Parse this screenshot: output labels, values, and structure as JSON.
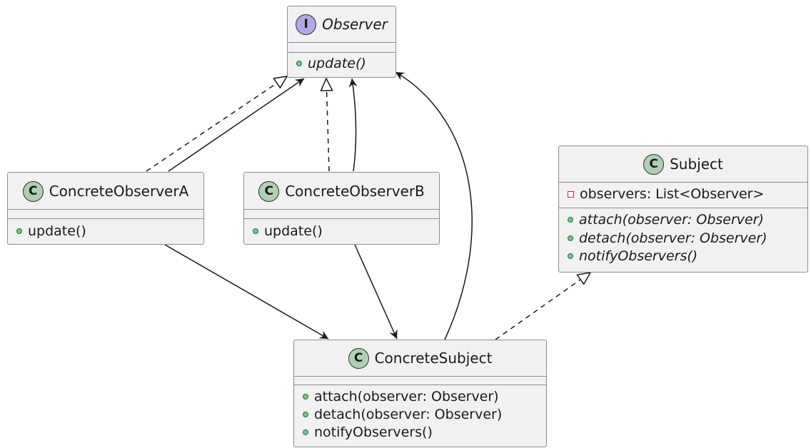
{
  "classes": {
    "observer": {
      "name": "Observer",
      "kind": "interface",
      "badge": "I",
      "methods": [
        {
          "text": "update()",
          "visibility": "public",
          "italic": true
        }
      ]
    },
    "observer_a": {
      "name": "ConcreteObserverA",
      "kind": "class",
      "badge": "C",
      "methods": [
        {
          "text": "update()",
          "visibility": "public"
        }
      ]
    },
    "observer_b": {
      "name": "ConcreteObserverB",
      "kind": "class",
      "badge": "C",
      "methods": [
        {
          "text": "update()",
          "visibility": "public"
        }
      ]
    },
    "subject": {
      "name": "Subject",
      "kind": "class",
      "badge": "C",
      "fields": [
        {
          "text": "observers: List<Observer>",
          "visibility": "private"
        }
      ],
      "methods": [
        {
          "text": "attach(observer: Observer)",
          "visibility": "public",
          "italic": true
        },
        {
          "text": "detach(observer: Observer)",
          "visibility": "public",
          "italic": true
        },
        {
          "text": "notifyObservers()",
          "visibility": "public",
          "italic": true
        }
      ]
    },
    "concrete_subject": {
      "name": "ConcreteSubject",
      "kind": "class",
      "badge": "C",
      "methods": [
        {
          "text": "attach(observer: Observer)",
          "visibility": "public"
        },
        {
          "text": "detach(observer: Observer)",
          "visibility": "public"
        },
        {
          "text": "notifyObservers()",
          "visibility": "public"
        }
      ]
    }
  },
  "relations": [
    {
      "from": "ConcreteObserverA",
      "to": "Observer",
      "type": "realization"
    },
    {
      "from": "ConcreteObserverA",
      "to": "Observer",
      "type": "association"
    },
    {
      "from": "ConcreteObserverB",
      "to": "Observer",
      "type": "realization"
    },
    {
      "from": "ConcreteObserverB",
      "to": "Observer",
      "type": "association"
    },
    {
      "from": "ConcreteSubject",
      "to": "Observer",
      "type": "association"
    },
    {
      "from": "ConcreteObserverA",
      "to": "ConcreteSubject",
      "type": "association"
    },
    {
      "from": "ConcreteObserverB",
      "to": "ConcreteSubject",
      "type": "association"
    },
    {
      "from": "ConcreteSubject",
      "to": "Subject",
      "type": "realization"
    }
  ],
  "colors": {
    "box_fill": "#F1F1F1",
    "box_border": "#8D8D8D",
    "class_badge": "#ADD1B2",
    "interface_badge": "#B4A7E5",
    "public_dot": "#84BE84",
    "private_square": "#C82930",
    "edge": "#181818"
  }
}
